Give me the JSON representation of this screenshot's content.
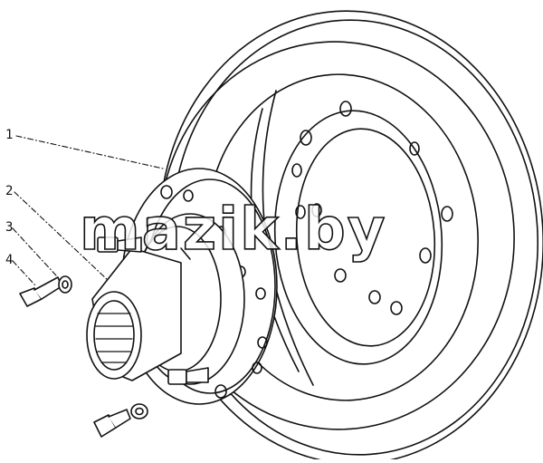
{
  "diagram": {
    "callouts": [
      {
        "id": "1",
        "label": "1"
      },
      {
        "id": "2",
        "label": "2"
      },
      {
        "id": "3",
        "label": "3"
      },
      {
        "id": "4",
        "label": "4"
      }
    ],
    "watermark": "mazik.by",
    "colors": {
      "ink": "#111111",
      "paper": "#ffffff"
    }
  }
}
